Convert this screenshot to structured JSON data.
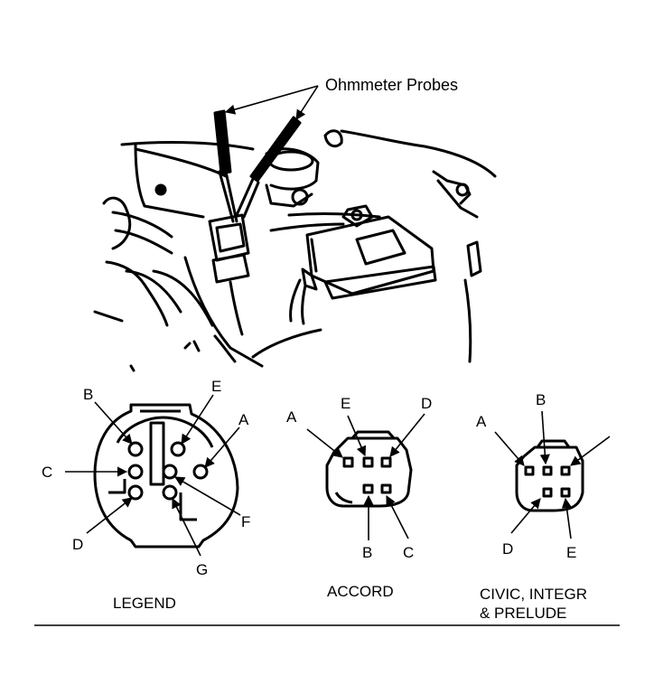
{
  "callout": "Ohmmeter Probes",
  "legend": {
    "caption": "LEGEND",
    "pins": {
      "A": "A",
      "B": "B",
      "C": "C",
      "D": "D",
      "E": "E",
      "F": "F",
      "G": "G"
    }
  },
  "accord": {
    "caption": "ACCORD",
    "pins": {
      "A": "A",
      "B": "B",
      "C": "C",
      "D": "D",
      "E": "E"
    }
  },
  "civic": {
    "caption_line1": "CIVIC, INTEGR",
    "caption_line2": "& PRELUDE",
    "pins": {
      "A": "A",
      "B": "B",
      "D": "D",
      "E": "E"
    }
  }
}
